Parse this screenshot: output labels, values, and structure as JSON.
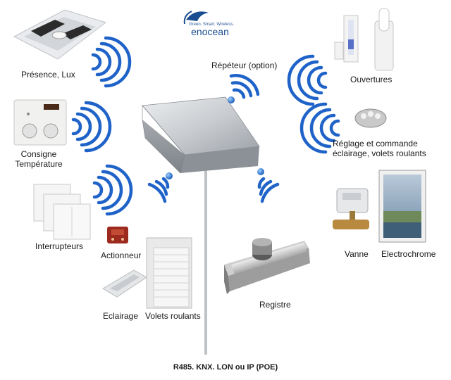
{
  "logo": {
    "tagline": "Green. Smart. Wireless.",
    "brand": "enocean"
  },
  "labels": {
    "presence": "Présence, Lux",
    "repeater": "Répéteur (option)",
    "openings": "Ouvertures",
    "setpoint_1": "Consigne",
    "setpoint_2": "Température",
    "reglage_1": "Réglage et commande",
    "reglage_2": "éclairage, volets roulants",
    "switches": "Interrupteurs",
    "actuator": "Actionneur",
    "valve": "Vanne",
    "electrochrome": "Electrochrome",
    "lighting": "Eclairage",
    "shutters": "Volets roulants",
    "register": "Registre"
  },
  "bus": "R485. KNX. LON ou IP (POE)",
  "colors": {
    "signal": "#1f63c9",
    "brand": "#1a4d8f",
    "dot": "#2a7bd6"
  }
}
